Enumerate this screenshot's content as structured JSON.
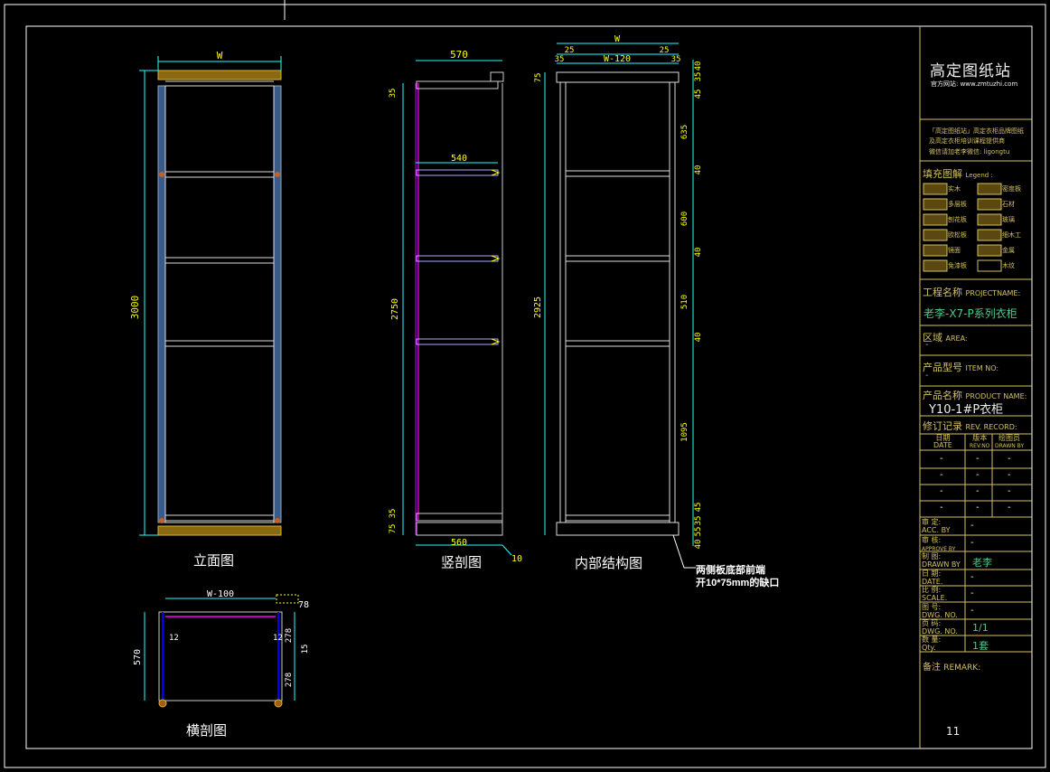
{
  "views": {
    "elevation": {
      "title": "立面图",
      "dims": {
        "width": "W",
        "height": "3000"
      }
    },
    "section": {
      "title": "竖剖图",
      "dims": {
        "depth": "570",
        "inner_depth": "540",
        "bottom_depth": "560",
        "height": "2750",
        "top": "35",
        "bottom1": "35",
        "bottom2": "75",
        "offset": "10"
      }
    },
    "internal": {
      "title": "内部结构图",
      "dims": {
        "width": "W",
        "left_25": "25",
        "right_25": "25",
        "left_35": "35",
        "inner_w": "W-120",
        "right_35": "35",
        "total_h": "2925",
        "d40a": "40",
        "d75": "75",
        "d35a": "35",
        "d45a": "45",
        "d635": "635",
        "d40b": "40",
        "d600": "600",
        "d40c": "40",
        "d510": "510",
        "d40d": "40",
        "d1095": "1095",
        "d45b": "45",
        "d35b": "35",
        "d55": "55",
        "d40e": "40"
      },
      "note": [
        "两侧板底部前端",
        "开10*75mm的缺口"
      ]
    },
    "plan": {
      "title": "横剖图",
      "dims": {
        "width": "W-100",
        "depth": "570",
        "d78": "78",
        "d12a": "12",
        "d12b": "12",
        "d278a": "278",
        "d15": "15",
        "d278b": "278"
      }
    }
  },
  "titleblock": {
    "brand": "高定图纸站",
    "website": "官方网站: www.zmtuzhi.com",
    "promo1": "「高定图纸站」高定衣柜品牌图纸",
    "promo2": "及高定衣柜培训课程提供商",
    "contact": "微信请加老李微信: ligongtu",
    "legend_title": "填充图解",
    "legend_title_en": "Legend :",
    "legend_labels": [
      "实木",
      "密度板",
      "多层板",
      "石材",
      "刨花板",
      "玻璃",
      "欧松板",
      "细木工",
      "镜面",
      "金属",
      "免漆板",
      "木纹"
    ],
    "project_label": "工程名称",
    "project_label_en": "PROJECTNAME:",
    "project_name": "老李-X7-P系列衣柜",
    "area_label": "区域",
    "area_label_en": "AREA:",
    "area_value": "-",
    "item_label": "产品型号",
    "item_label_en": "ITEM NO:",
    "item_value": "-",
    "product_label": "产品名称",
    "product_label_en": "PRODUCT NAME:",
    "product_name": "Y10-1#P衣柜",
    "rev_label": "修订记录",
    "rev_label_en": "REV. RECORD:",
    "rev_headers": [
      {
        "cn": "日期",
        "en": "DATE"
      },
      {
        "cn": "版本",
        "en": "REV.NO"
      },
      {
        "cn": "绘图员",
        "en": "DRAWN BY"
      }
    ],
    "rev_rows": [
      [
        "-",
        "-",
        "-"
      ],
      [
        "-",
        "-",
        "-"
      ],
      [
        "-",
        "-",
        "-"
      ],
      [
        "-",
        "-",
        "-"
      ]
    ],
    "fields": [
      {
        "cn": "审 定:",
        "en": "ACC. BY",
        "value": "-"
      },
      {
        "cn": "审 核:",
        "en": "APPROVE BY",
        "value": "-"
      },
      {
        "cn": "制 图:",
        "en": "DRAWN BY",
        "value": "老李"
      },
      {
        "cn": "日 期:",
        "en": "DATE.",
        "value": "-"
      },
      {
        "cn": "比 例:",
        "en": "SCALE.",
        "value": "-"
      },
      {
        "cn": "图 号:",
        "en": "DWG. NO.",
        "value": "-"
      },
      {
        "cn": "页 码:",
        "en": "DWG. NO.",
        "value": "1/1"
      },
      {
        "cn": "数 量:",
        "en": "Qty.",
        "value": "1套"
      }
    ],
    "remark_label": "备注",
    "remark_label_en": "REMARK:",
    "page_number": "11"
  }
}
